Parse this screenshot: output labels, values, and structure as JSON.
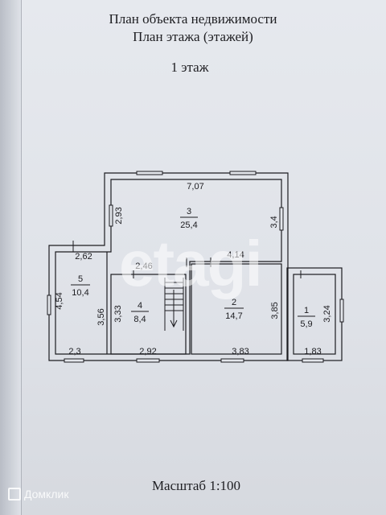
{
  "header": {
    "title": "План объекта недвижимости",
    "subtitle": "План этажа (этажей)",
    "floor": "1 этаж"
  },
  "footer": {
    "scale": "Масштаб 1:100"
  },
  "watermark": {
    "text": "etagi"
  },
  "brand": {
    "text": "Домклик"
  },
  "rooms": [
    {
      "number": "1",
      "area": "5,9"
    },
    {
      "number": "2",
      "area": "14,7"
    },
    {
      "number": "3",
      "area": "25,4"
    },
    {
      "number": "4",
      "area": "8,4"
    },
    {
      "number": "5",
      "area": "10,4"
    }
  ],
  "dimensions": {
    "top": "7,07",
    "room3_left": "2,93",
    "room3_right": "3,4",
    "room5_top": "2,62",
    "stair_top": "2,46",
    "room2_top": "4,14",
    "room5_left": "4,54",
    "room5_right": "3,56",
    "room4_left": "3,33",
    "room2_right": "3,85",
    "room1_right": "3,24",
    "bottom_room5": "2,3",
    "bottom_room4": "2,92",
    "bottom_room2": "3,83",
    "bottom_room1": "1,83"
  },
  "colors": {
    "ink": "#1c1c20",
    "paper": "#e3e6eb"
  }
}
